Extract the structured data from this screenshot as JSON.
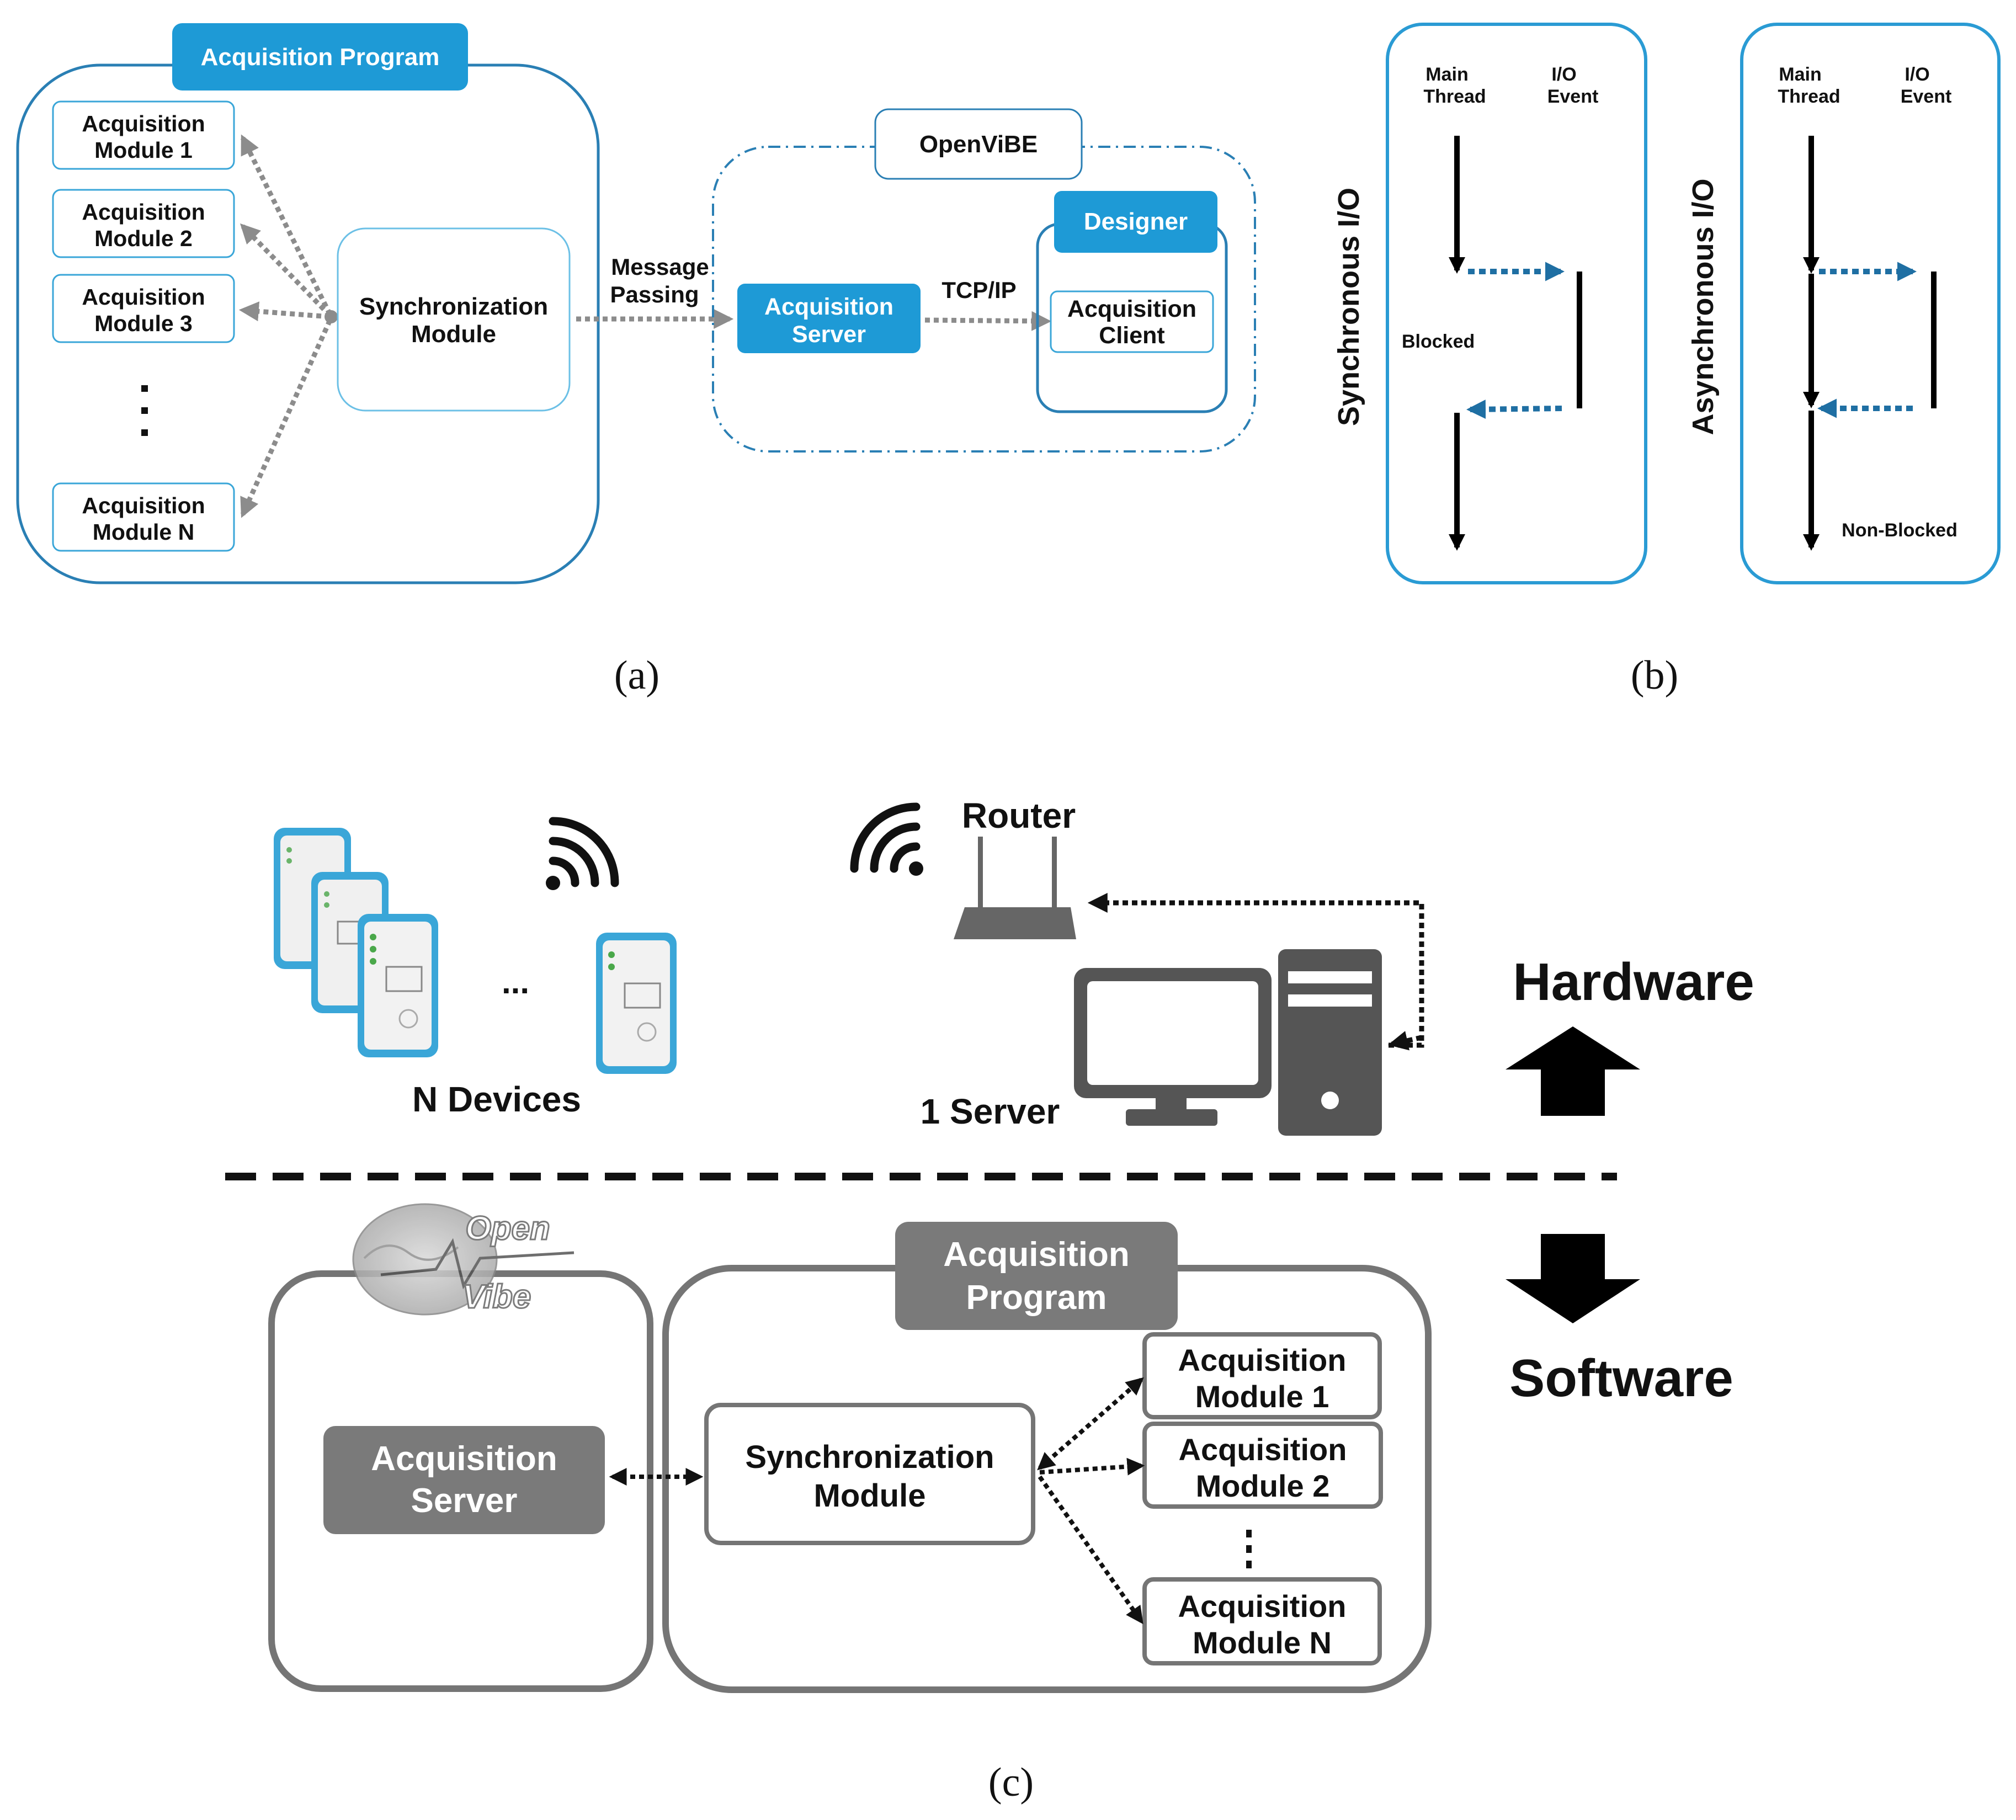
{
  "panel_a": {
    "caption": "(a)",
    "acquisition_program_title": "Acquisition Program",
    "modules": [
      [
        "Acquisition",
        "Module 1"
      ],
      [
        "Acquisition",
        "Module 2"
      ],
      [
        "Acquisition",
        "Module 3"
      ],
      [
        "Acquisition",
        "Module N"
      ]
    ],
    "synchronization_module": [
      "Synchronization",
      "Module"
    ],
    "message_passing": [
      "Message",
      "Passing"
    ],
    "openvibe_title": "OpenViBE",
    "acquisition_server": [
      "Acquisition",
      "Server"
    ],
    "tcp_ip": "TCP/IP",
    "designer": "Designer",
    "acquisition_client": [
      "Acquisition",
      "Client"
    ]
  },
  "panel_b": {
    "caption": "(b)",
    "sync": {
      "label": "Synchronous I/O",
      "main_thread": [
        "Main",
        "Thread"
      ],
      "io_event": [
        "I/O",
        "Event"
      ],
      "state": "Blocked"
    },
    "async": {
      "label": "Asynchronous I/O",
      "main_thread": [
        "Main",
        "Thread"
      ],
      "io_event": [
        "I/O",
        "Event"
      ],
      "state": "Non-Blocked"
    }
  },
  "panel_c": {
    "caption": "(c)",
    "n_devices": "N Devices",
    "ellipsis": "...",
    "router": "Router",
    "server": "1 Server",
    "hardware": "Hardware",
    "software": "Software",
    "logo_text": [
      "Open",
      "Vibe"
    ],
    "acquisition_server": [
      "Acquisition",
      "Server"
    ],
    "acquisition_program": [
      "Acquisition",
      "Program"
    ],
    "synchronization_module": [
      "Synchronization",
      "Module"
    ],
    "modules": [
      [
        "Acquisition",
        "Module 1"
      ],
      [
        "Acquisition",
        "Module 2"
      ],
      [
        "Acquisition",
        "Module N"
      ]
    ]
  },
  "colors": {
    "blue_fill": "#1e9ad6",
    "blue_line": "#2a7fb4",
    "dotted_gray": "#8c8c8c",
    "arrow_blue": "#1f6fa3",
    "gray_fill": "#7a7a7a",
    "gray_line": "#757575",
    "device_blue": "#3aa6d8"
  }
}
